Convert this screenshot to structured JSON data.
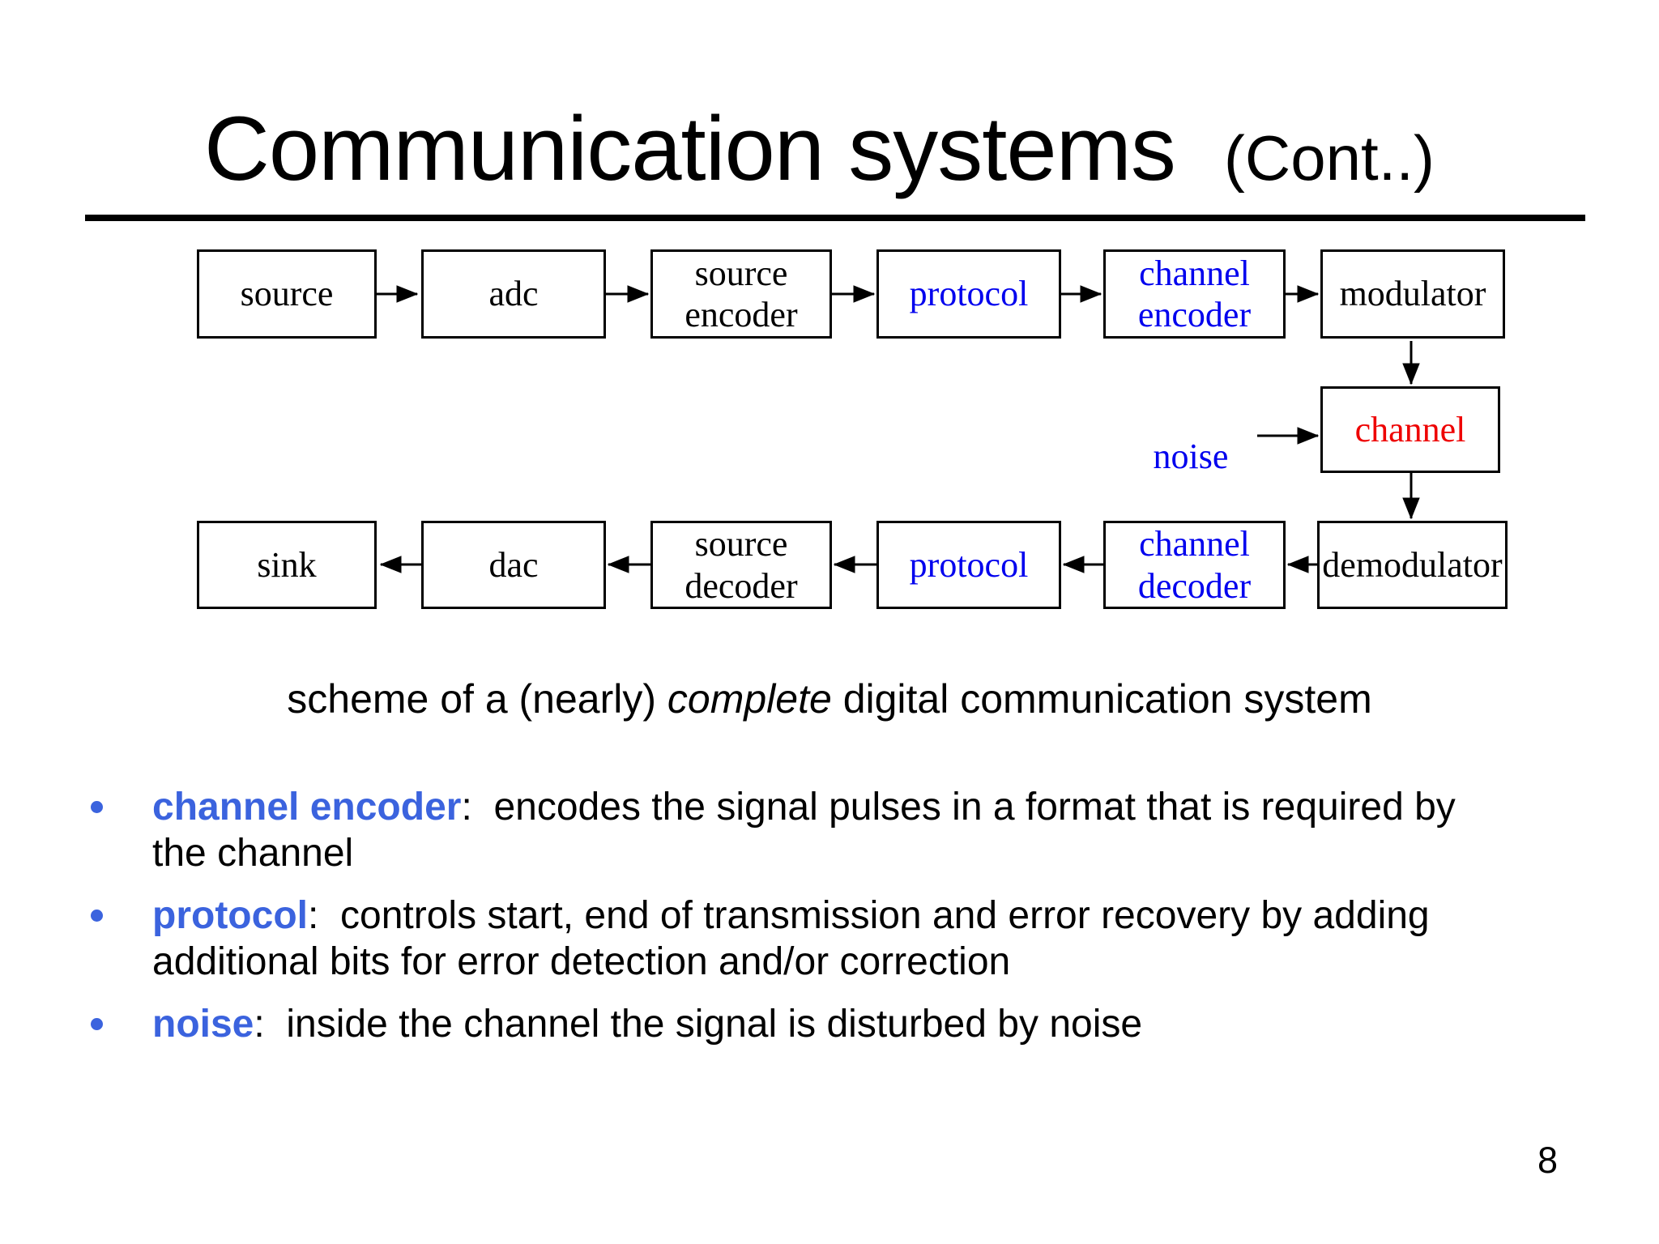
{
  "slide": {
    "title": "Communication systems",
    "title_suffix": "(Cont..)",
    "page_number": "8"
  },
  "diagram": {
    "caption": {
      "pre": "scheme of a (nearly) ",
      "italic": "complete",
      "post": " digital communication system"
    },
    "top_row": [
      {
        "label": "source",
        "color": "#000000"
      },
      {
        "label": "adc",
        "color": "#000000"
      },
      {
        "label": "source encoder",
        "color": "#000000"
      },
      {
        "label": "protocol",
        "color": "#0000EE"
      },
      {
        "label": "channel encoder",
        "color": "#0000EE"
      },
      {
        "label": "modulator",
        "color": "#000000"
      }
    ],
    "noise": {
      "label": "noise",
      "color": "#0000EE"
    },
    "channel": {
      "label": "channel",
      "color": "#EE0000"
    },
    "bottom_row": [
      {
        "label": "sink",
        "color": "#000000"
      },
      {
        "label": "dac",
        "color": "#000000"
      },
      {
        "label": "source decoder",
        "color": "#000000"
      },
      {
        "label": "protocol",
        "color": "#0000EE"
      },
      {
        "label": "channel decoder",
        "color": "#0000EE"
      },
      {
        "label": "demodulator",
        "color": "#000000"
      }
    ]
  },
  "bullets": [
    {
      "term": "channel encoder",
      "rest": ":  encodes the signal pulses in a format that is required by the channel"
    },
    {
      "term": "protocol",
      "rest": ":  controls start, end of transmission and error recovery by adding additional bits for error detection and/or correction"
    },
    {
      "term": "noise",
      "rest": ":  inside the channel the signal is disturbed by noise"
    }
  ],
  "colors": {
    "keyword_blue": "#3B63DE",
    "diagram_blue": "#0000EE",
    "diagram_red": "#EE0000"
  }
}
